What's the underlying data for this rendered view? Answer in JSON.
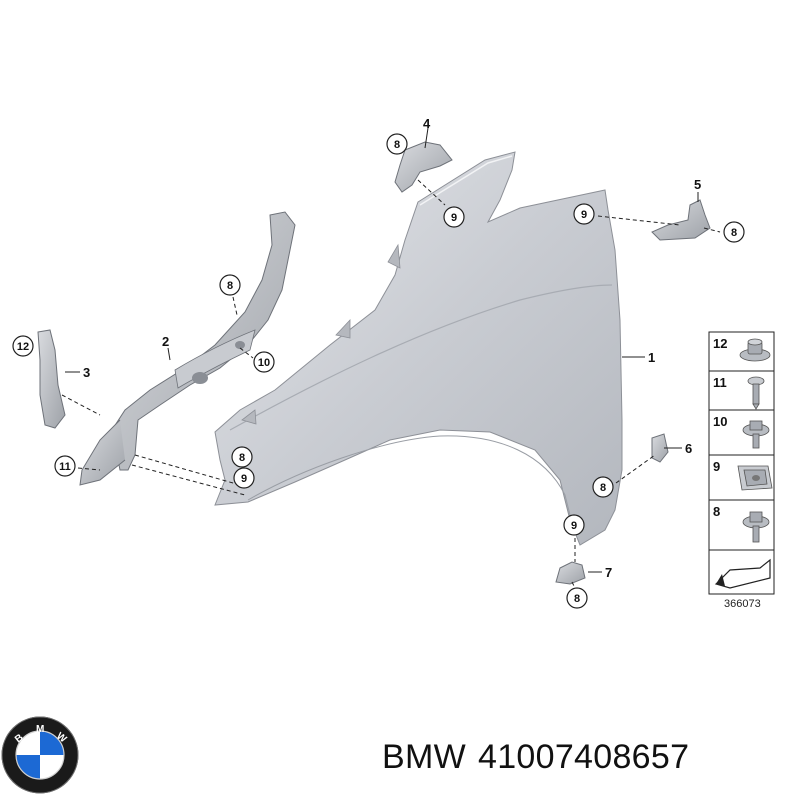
{
  "callouts": {
    "c1": "1",
    "c2": "2",
    "c3": "3",
    "c4": "4",
    "c5": "5",
    "c6": "6",
    "c7": "7",
    "b4_8": "8",
    "b4_9": "9",
    "b5_9": "9",
    "b5_8": "8",
    "b2_8": "8",
    "b2_10": "10",
    "b3_12": "12",
    "b11": "11",
    "bl_8": "8",
    "bl_9": "9",
    "b6_8": "8",
    "b7_9": "9",
    "b7_8": "8"
  },
  "legend": [
    "12",
    "11",
    "10",
    "9",
    "8"
  ],
  "diagram_id": "366073",
  "caption": {
    "brand": "BMW",
    "part_number": "41007408657"
  },
  "logo": {
    "lettering": "BMW",
    "colors": {
      "blue": "#1c69d4",
      "ring": "#1a1a1a",
      "white": "#ffffff"
    }
  }
}
